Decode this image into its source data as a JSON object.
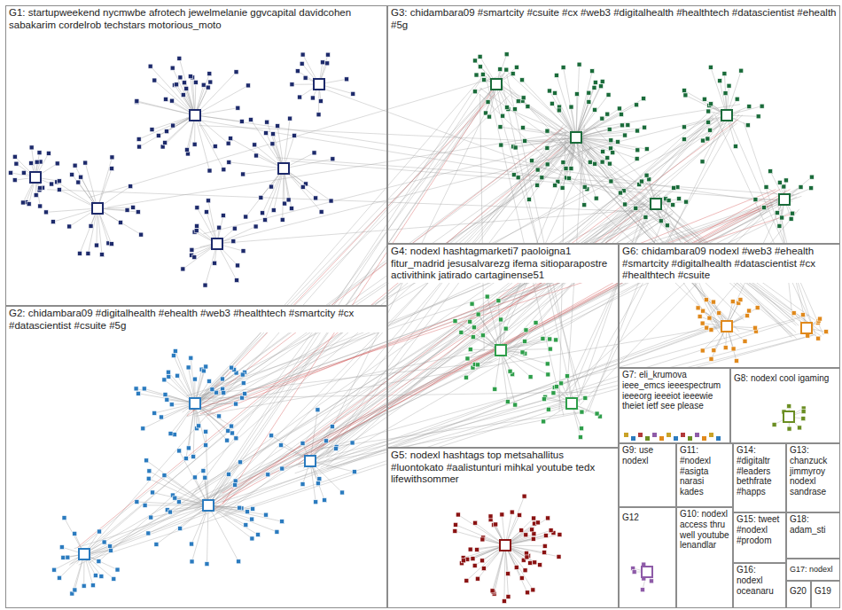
{
  "diagram": {
    "nodes": [
      {
        "text": [
          "G1: startupweekend nycmwbe afrotech jewelmelanie ggvcapital davidcohen sabakarim cordelrob techstars motorious_moto"
        ]
      },
      {
        "text": [
          "G3: chidambara09 #smartcity #csuite #cx #web3 #digitalhealth #healthtech #datascientist #ehealth #5g"
        ]
      },
      {
        "text": [
          "G2: chidambara09 #digitalhealth #ehealth #web3 #healthtech #smartcity #cx #datascientist #csuite #5g"
        ]
      },
      {
        "text": [
          "G4: nodexl hashtagmarketi7 paoloigna1 fitur_madrid jesusalvarezg ifema sitioparapostre activithink jatirado cartaginense51"
        ]
      },
      {
        "text": [
          "G6: chidambara09 nodexl #web3 #ehealth #smartcity #digitalhealth #datascientist #cx #healthtech #csuite"
        ]
      },
      {
        "text": [
          "G7: eli_krumova ieee_emcs ieeespectrum ieeeorg ieeeiot ieeewie theiet ietf see please"
        ]
      },
      {
        "text": [
          "G8: nodexl cool igaming"
        ]
      },
      {
        "text": [
          "G5: nodexl hashtags top metsahallitus #luontokato #aalistunturi mihkal youtube tedx lifewithsommer"
        ]
      },
      {
        "text": [
          "G9: use nodexl"
        ]
      },
      {
        "text": [
          "G11: #nodexl #asigta narasi kades"
        ]
      },
      {
        "text": [
          "G14: #digitaltr #leaders bethfrate #happs"
        ]
      },
      {
        "text": [
          "G13: chanzuck jimmyroy nodexl sandrase"
        ]
      },
      {
        "text": [
          "G12"
        ]
      },
      {
        "text": [
          "G10: nodexl access thru well youtube lenandlar"
        ]
      },
      {
        "text": [
          "G15: tweet #nodexl #prodom"
        ]
      },
      {
        "text": [
          "G18: adam_sti"
        ]
      },
      {
        "text": [
          "G16: nodexl oceanaru"
        ]
      },
      {
        "text": [
          "G17: nodexl"
        ]
      },
      {
        "text": [
          "G20"
        ]
      },
      {
        "text": [
          "G19"
        ]
      }
    ]
  }
}
